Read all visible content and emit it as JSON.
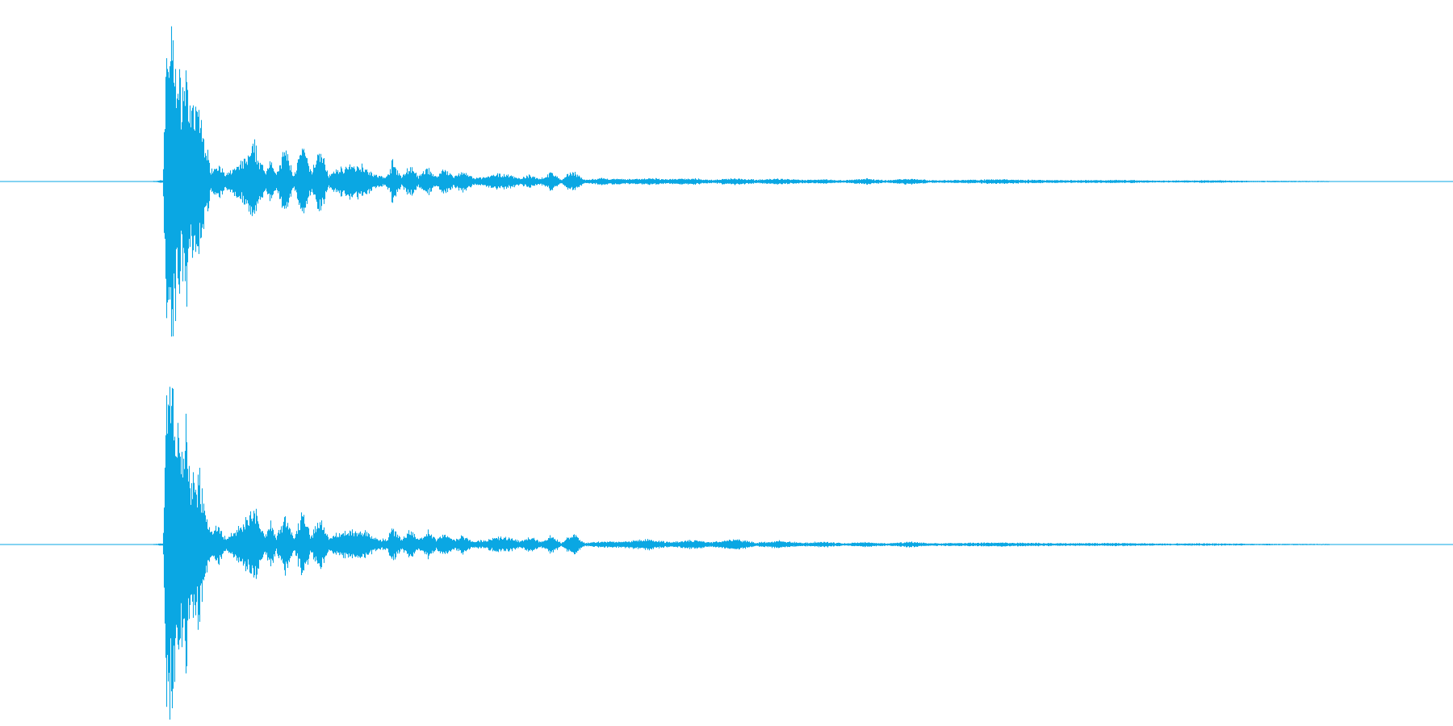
{
  "waveform": {
    "color": "#0aa7e3",
    "channels": [
      {
        "name": "channel-1",
        "envelope": [
          [
            0.0,
            0.0
          ],
          [
            0.105,
            0.0
          ],
          [
            0.112,
            0.01
          ],
          [
            0.114,
            0.88
          ],
          [
            0.117,
            1.0
          ],
          [
            0.12,
            0.85
          ],
          [
            0.124,
            0.6
          ],
          [
            0.128,
            0.72
          ],
          [
            0.132,
            0.42
          ],
          [
            0.136,
            0.5
          ],
          [
            0.14,
            0.3
          ],
          [
            0.145,
            0.08
          ],
          [
            0.15,
            0.12
          ],
          [
            0.155,
            0.04
          ],
          [
            0.16,
            0.08
          ],
          [
            0.168,
            0.14
          ],
          [
            0.175,
            0.23
          ],
          [
            0.182,
            0.06
          ],
          [
            0.186,
            0.16
          ],
          [
            0.19,
            0.04
          ],
          [
            0.196,
            0.22
          ],
          [
            0.202,
            0.04
          ],
          [
            0.208,
            0.23
          ],
          [
            0.214,
            0.06
          ],
          [
            0.22,
            0.22
          ],
          [
            0.226,
            0.04
          ],
          [
            0.234,
            0.09
          ],
          [
            0.242,
            0.1
          ],
          [
            0.25,
            0.11
          ],
          [
            0.258,
            0.04
          ],
          [
            0.266,
            0.03
          ],
          [
            0.27,
            0.13
          ],
          [
            0.276,
            0.03
          ],
          [
            0.282,
            0.1
          ],
          [
            0.288,
            0.03
          ],
          [
            0.294,
            0.09
          ],
          [
            0.3,
            0.03
          ],
          [
            0.306,
            0.09
          ],
          [
            0.312,
            0.03
          ],
          [
            0.318,
            0.07
          ],
          [
            0.326,
            0.02
          ],
          [
            0.334,
            0.03
          ],
          [
            0.344,
            0.05
          ],
          [
            0.352,
            0.04
          ],
          [
            0.358,
            0.02
          ],
          [
            0.364,
            0.04
          ],
          [
            0.372,
            0.02
          ],
          [
            0.38,
            0.06
          ],
          [
            0.386,
            0.01
          ],
          [
            0.394,
            0.07
          ],
          [
            0.402,
            0.01
          ],
          [
            0.414,
            0.02
          ],
          [
            0.43,
            0.015
          ],
          [
            0.446,
            0.02
          ],
          [
            0.46,
            0.015
          ],
          [
            0.476,
            0.02
          ],
          [
            0.49,
            0.01
          ],
          [
            0.506,
            0.022
          ],
          [
            0.52,
            0.012
          ],
          [
            0.536,
            0.018
          ],
          [
            0.552,
            0.01
          ],
          [
            0.566,
            0.015
          ],
          [
            0.58,
            0.008
          ],
          [
            0.596,
            0.018
          ],
          [
            0.61,
            0.008
          ],
          [
            0.626,
            0.02
          ],
          [
            0.64,
            0.008
          ],
          [
            0.66,
            0.01
          ],
          [
            0.69,
            0.015
          ],
          [
            0.71,
            0.01
          ],
          [
            0.74,
            0.008
          ],
          [
            0.77,
            0.01
          ],
          [
            0.8,
            0.006
          ],
          [
            0.83,
            0.008
          ],
          [
            0.86,
            0.005
          ],
          [
            0.89,
            0.004
          ],
          [
            0.91,
            0.003
          ],
          [
            0.915,
            0.0
          ],
          [
            1.0,
            0.0
          ]
        ]
      },
      {
        "name": "channel-2",
        "envelope": [
          [
            0.0,
            0.0
          ],
          [
            0.105,
            0.0
          ],
          [
            0.112,
            0.01
          ],
          [
            0.114,
            0.9
          ],
          [
            0.117,
            1.0
          ],
          [
            0.12,
            0.84
          ],
          [
            0.124,
            0.62
          ],
          [
            0.128,
            0.7
          ],
          [
            0.132,
            0.44
          ],
          [
            0.136,
            0.48
          ],
          [
            0.14,
            0.28
          ],
          [
            0.145,
            0.08
          ],
          [
            0.15,
            0.12
          ],
          [
            0.155,
            0.04
          ],
          [
            0.16,
            0.08
          ],
          [
            0.168,
            0.15
          ],
          [
            0.175,
            0.23
          ],
          [
            0.182,
            0.06
          ],
          [
            0.186,
            0.17
          ],
          [
            0.19,
            0.04
          ],
          [
            0.196,
            0.21
          ],
          [
            0.202,
            0.04
          ],
          [
            0.208,
            0.2
          ],
          [
            0.214,
            0.06
          ],
          [
            0.22,
            0.19
          ],
          [
            0.226,
            0.04
          ],
          [
            0.234,
            0.08
          ],
          [
            0.242,
            0.09
          ],
          [
            0.25,
            0.09
          ],
          [
            0.258,
            0.04
          ],
          [
            0.266,
            0.03
          ],
          [
            0.27,
            0.11
          ],
          [
            0.276,
            0.03
          ],
          [
            0.282,
            0.09
          ],
          [
            0.288,
            0.03
          ],
          [
            0.294,
            0.09
          ],
          [
            0.3,
            0.03
          ],
          [
            0.306,
            0.08
          ],
          [
            0.312,
            0.03
          ],
          [
            0.318,
            0.06
          ],
          [
            0.326,
            0.02
          ],
          [
            0.334,
            0.03
          ],
          [
            0.344,
            0.05
          ],
          [
            0.352,
            0.04
          ],
          [
            0.358,
            0.02
          ],
          [
            0.364,
            0.05
          ],
          [
            0.372,
            0.02
          ],
          [
            0.38,
            0.06
          ],
          [
            0.386,
            0.01
          ],
          [
            0.394,
            0.07
          ],
          [
            0.402,
            0.01
          ],
          [
            0.414,
            0.02
          ],
          [
            0.43,
            0.02
          ],
          [
            0.446,
            0.035
          ],
          [
            0.46,
            0.015
          ],
          [
            0.476,
            0.03
          ],
          [
            0.49,
            0.015
          ],
          [
            0.506,
            0.035
          ],
          [
            0.52,
            0.012
          ],
          [
            0.536,
            0.025
          ],
          [
            0.552,
            0.01
          ],
          [
            0.566,
            0.018
          ],
          [
            0.58,
            0.008
          ],
          [
            0.596,
            0.015
          ],
          [
            0.61,
            0.008
          ],
          [
            0.626,
            0.018
          ],
          [
            0.64,
            0.008
          ],
          [
            0.66,
            0.01
          ],
          [
            0.69,
            0.012
          ],
          [
            0.71,
            0.01
          ],
          [
            0.74,
            0.008
          ],
          [
            0.77,
            0.01
          ],
          [
            0.8,
            0.006
          ],
          [
            0.83,
            0.008
          ],
          [
            0.86,
            0.005
          ],
          [
            0.89,
            0.004
          ],
          [
            0.91,
            0.003
          ],
          [
            0.915,
            0.0
          ],
          [
            1.0,
            0.0
          ]
        ]
      }
    ]
  }
}
